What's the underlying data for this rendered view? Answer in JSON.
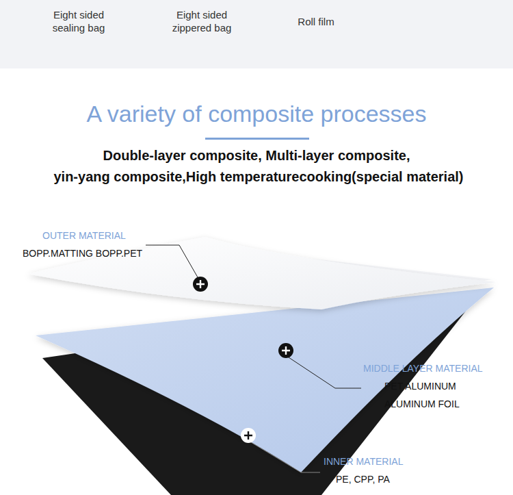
{
  "diagram": {
    "title": "A variety of composite processes",
    "labels": [
      "Eight sided sealing bag",
      "Eight sided zippered bag",
      "Roll film",
      "Double-layer composite, Multi-layer composite,",
      "yin-yang composite,High temperaturecooking(special material)",
      "OUTER MATERIAL",
      "BOPP.MATTING BOPP.PET",
      "MIDDLE LAYER MATERIAL",
      "PET ALUMINUM",
      "ALUMINUM FOIL",
      "INNER MATERIAL",
      "PE, CPP, PA"
    ]
  }
}
